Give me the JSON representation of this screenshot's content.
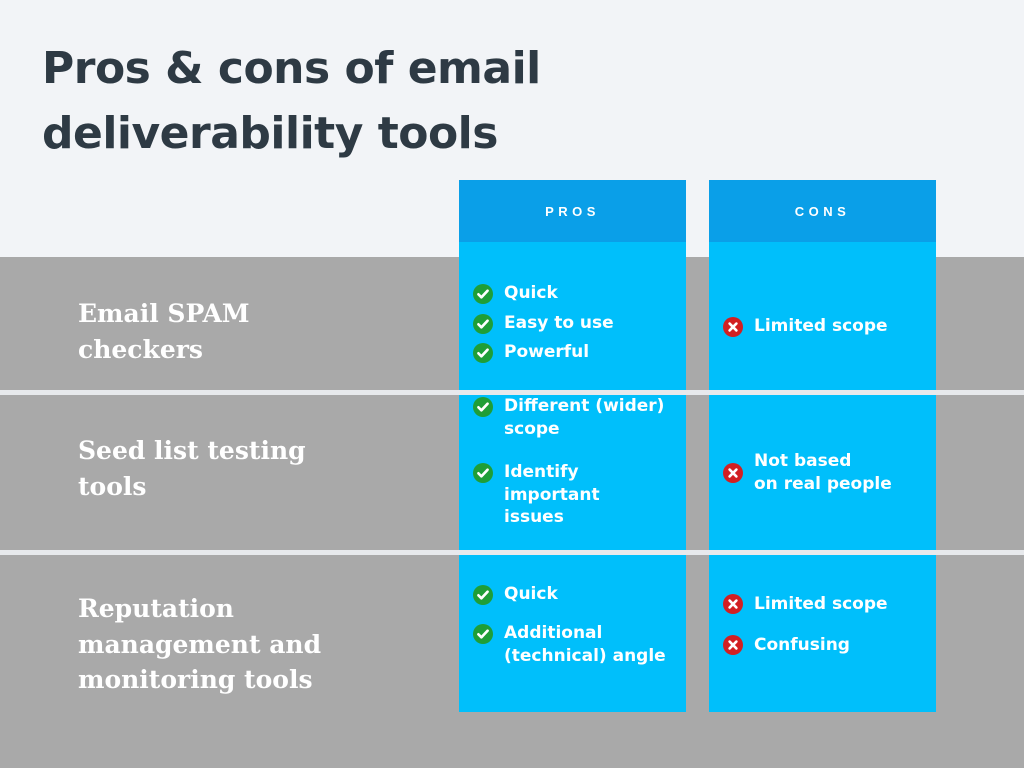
{
  "slide": {
    "title": "Pros & cons of email\ndeliverability tools",
    "background_color": "#f2f4f7",
    "band_color": "#a9a9a9",
    "divider_color": "#e7e9ec"
  },
  "columns": {
    "pros": {
      "header": "PROS",
      "header_color": "#0a9fe8",
      "body_color": "#00bffb"
    },
    "cons": {
      "header": "CONS",
      "header_color": "#0a9fe8",
      "body_color": "#00bffb"
    }
  },
  "icons": {
    "check": {
      "name": "check-circle-icon",
      "color": "#1f9e37"
    },
    "cross": {
      "name": "cross-circle-icon",
      "color": "#d21f22"
    }
  },
  "rows": [
    {
      "label": "Email SPAM\ncheckers",
      "pros": [
        "Quick",
        "Easy to use",
        "Powerful"
      ],
      "cons": [
        "Limited scope"
      ]
    },
    {
      "label": "Seed list testing\ntools",
      "pros": [
        "Different (wider)\nscope",
        "Identify important\nissues"
      ],
      "cons": [
        "Not based\non real people"
      ]
    },
    {
      "label": "Reputation\nmanagement and\nmonitoring tools",
      "pros": [
        "Quick",
        "Additional\n(technical) angle"
      ],
      "cons": [
        "Limited scope",
        "Confusing"
      ]
    }
  ]
}
